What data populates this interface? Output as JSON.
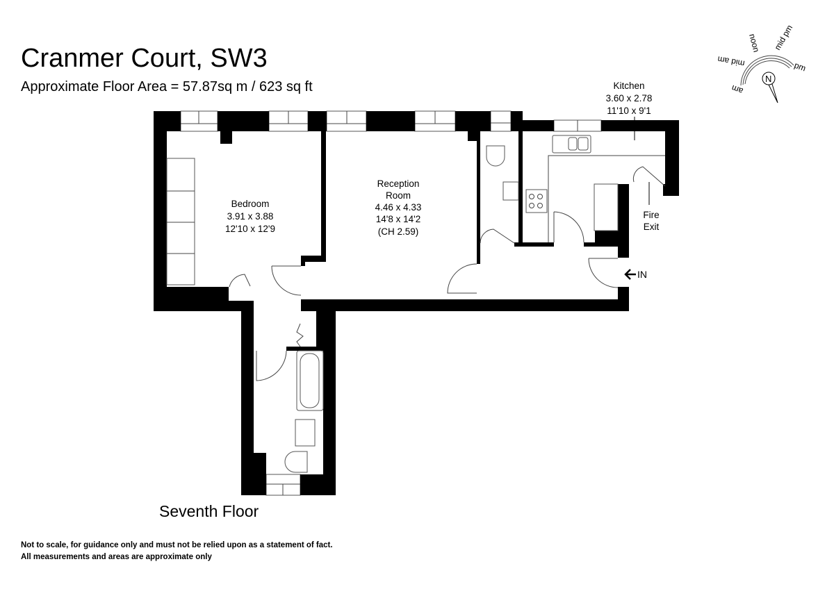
{
  "header": {
    "title": "Cranmer Court, SW3",
    "subtitle": "Approximate Floor Area = 57.87sq m / 623 sq ft"
  },
  "rooms": {
    "bedroom": {
      "name": "Bedroom",
      "metric": "3.91 x 3.88",
      "imperial": "12'10 x 12'9"
    },
    "reception": {
      "name_line1": "Reception",
      "name_line2": "Room",
      "metric": "4.46 x 4.33",
      "imperial": "14'8 x 14'2",
      "ceiling": "(CH 2.59)"
    },
    "kitchen": {
      "name": "Kitchen",
      "metric": "3.60 x 2.78",
      "imperial": "11'10 x 9'1"
    }
  },
  "markers": {
    "fire_exit_line1": "Fire",
    "fire_exit_line2": "Exit",
    "entrance": "IN"
  },
  "compass": {
    "north": "N",
    "labels": [
      "am",
      "mid am",
      "noon",
      "mid pm",
      "pm"
    ]
  },
  "floor_label": "Seventh Floor",
  "notes": [
    "Not to scale, for guidance only and must not be relied upon as a statement of fact.",
    "All measurements and areas are approximate only"
  ]
}
